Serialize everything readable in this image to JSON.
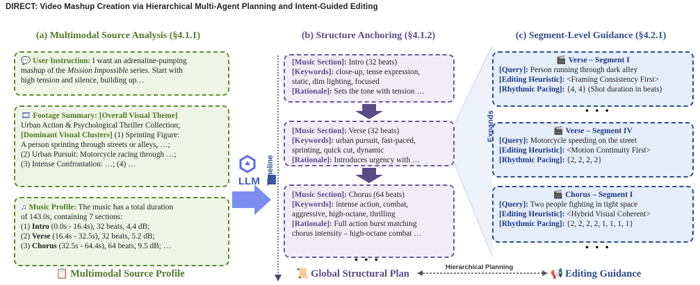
{
  "title": "DIRECT: Video Mashup Creation via Hierarchical Multi-Agent Planning and Intent-Guided Editing",
  "colors": {
    "green": "#5e8a33",
    "purple": "#6a5a9b",
    "blue": "#2b4a8f",
    "accent": "#3b5fb7"
  },
  "panel_a": {
    "header": "(a) Multimodal Source Analysis (§4.1.1)",
    "instruction": {
      "label": "User Instruction:",
      "line1": "I want an adrenaline-pumping",
      "line2_pre": "mashup of the ",
      "line2_italic": "Mission Impossible",
      "line2_post": " series. Start with",
      "line3": "high tension and silence, building up…"
    },
    "footage": {
      "label": "Footage Summary: [Overall Visual Theme]",
      "line2": "Urban Action & Psychological Thriller Collection;",
      "label2": "[Dominant Visual Clusters]",
      "line3_post": " (1) Sprinting Figure:",
      "line4": "A person sprinting through streets or alleys, …;",
      "line5": "(2) Urban Pursuit: Motorcycle racing through …;",
      "line6": "(3) Intense Confrontation: …; (4) …"
    },
    "music": {
      "label": "Music Profile:",
      "line1_post": " The music has a total duration",
      "line2": "of 143.0s, containing 7 sections:",
      "s1_pre": "(1) ",
      "s1_name": "Intro",
      "s1_post": " (0.0s - 16.4s), 32 beats, 4.4 dB;",
      "s2_pre": "(2) ",
      "s2_name": "Verse",
      "s2_post": " (16.4s - 32.5s), 32 beats, 5.2 dB;",
      "s3_pre": "(3) ",
      "s3_name": "Chorus",
      "s3_post": " (32.5s - 64.4s), 64 beats, 9.5 dB; …"
    },
    "footer": "Multimodal Source Profile"
  },
  "llm_label": "LLM",
  "timeline_label": "Timeline",
  "panel_b": {
    "header": "(b) Structure Anchoring (§4.1.2)",
    "box1": {
      "ms_label": "[Music Section]:",
      "ms_val": " Intro (32 beats)",
      "kw_label": "[Keywords]:",
      "kw_val1": " close-up, tense expression,",
      "kw_val2": "static, dim lighting, focused",
      "ra_label": "[Rationale]:",
      "ra_val": " Sets the tone with tension …"
    },
    "box2": {
      "ms_label": "[Music Section]:",
      "ms_val": " Verse (32 beats)",
      "kw_label": "[Keywords]:",
      "kw_val1": " urban pursuit, fast-paced,",
      "kw_val2": "sprinting, quick cut, dynamic",
      "ra_label": "[Rationale]:",
      "ra_val": " Introduces urgency with …"
    },
    "box3": {
      "ms_label": "[Music Section]:",
      "ms_val": " Chorus (64 beats)",
      "kw_label": "[Keywords]:",
      "kw_val1": " intense action, combat,",
      "kw_val2": "aggressive, high-octane, thrilling",
      "ra_label": "[Rationale]:",
      "ra_val1": " Full action burst matching",
      "ra_val2": "chorus intensity – high-octane combat …"
    },
    "dots": "• • •",
    "footer": "Global Structural Plan"
  },
  "hier_label": "Hierarchical Planning",
  "expands_label": "Expands",
  "panel_c": {
    "header": "(c) Segment-Level Guidance (§4.2.1)",
    "seg1": {
      "title": "Verse – Segment I",
      "q_label": "[Query]:",
      "q_val": " Person running through dark alley",
      "e_label": "[Editing Heuristic]:",
      "e_val": " <Framing Consistency First>",
      "r_label": "[Rhythmic Pacing]:",
      "r_val": " {4, 4} (Shot duration in beats)"
    },
    "dots1": "• • •",
    "seg2": {
      "title": "Verse – Segment IV",
      "q_label": "[Query]:",
      "q_val": " Motorcycle speeding on the street",
      "e_label": "[Editing Heuristic]:",
      "e_val": " <Motion Continuity First>",
      "r_label": "[Rhythmic Pacing]:",
      "r_val": " {2, 2, 2, 2}"
    },
    "seg3": {
      "title": "Chorus – Segment I",
      "q_label": "[Query]:",
      "q_val": " Two people fighting in tight space",
      "e_label": "[Editing Heuristic]:",
      "e_val": " <Hybrid Visual Coherent>",
      "r_label": "[Rhythmic Pacing]:",
      "r_val": " {2, 2, 2, 2, 1, 1, 1, 1}"
    },
    "dots2": "• • •",
    "footer": "Editing Guidance"
  }
}
